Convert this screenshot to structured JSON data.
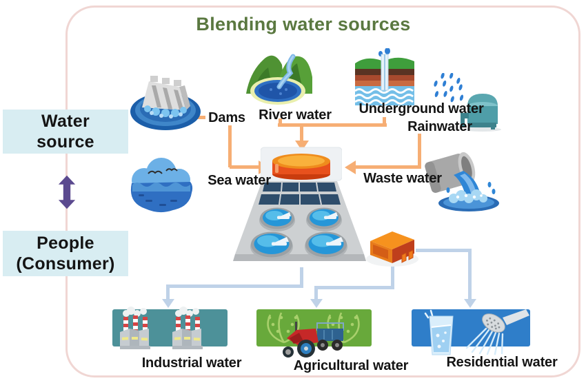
{
  "title": "Blending water sources",
  "left_panel": {
    "water_source": {
      "line1": "Water",
      "line2": "source"
    },
    "people": {
      "line1": "People",
      "line2": "(Consumer)"
    }
  },
  "sources": {
    "dams": "Dams",
    "river": "River water",
    "underground": "Underground water",
    "rainwater": "Rainwater",
    "sea": "Sea water",
    "waste": "Waste water"
  },
  "destinations": {
    "industrial": "Industrial water",
    "agricultural": "Agricultural water",
    "residential": "Residential water"
  },
  "colors": {
    "border_pink": "#f0d6d3",
    "title_green": "#5a7840",
    "panel_blue": "#d8edf2",
    "purple_arrow": "#5b4a8f",
    "orange_arrow": "#f6ae74",
    "pipe_blue": "#bfd2e8",
    "tank_orange": "#e8511d",
    "industrial_bg": "#4d9199",
    "agricultural_bg": "#68a93b",
    "residential_bg": "#2f7ec9"
  },
  "icons": {
    "dam-icon": "dam spillway in pond",
    "river-icon": "mountain lake with river",
    "underground-icon": "soil cross-section with well",
    "rainwater-icon": "rain drops with storage tank",
    "sea-icon": "sea waves with gulls",
    "waste-icon": "pipe discharging water",
    "blending-tank-icon": "orange blending tank",
    "treatment-plant-icon": "treatment plant with clarifiers",
    "pump-unit-icon": "orange pump unit",
    "factory-icon": "factories",
    "tractor-icon": "tractor in crop field",
    "household-icon": "water glass and shower head",
    "updown-arrow-icon": "two-way vertical arrow"
  }
}
